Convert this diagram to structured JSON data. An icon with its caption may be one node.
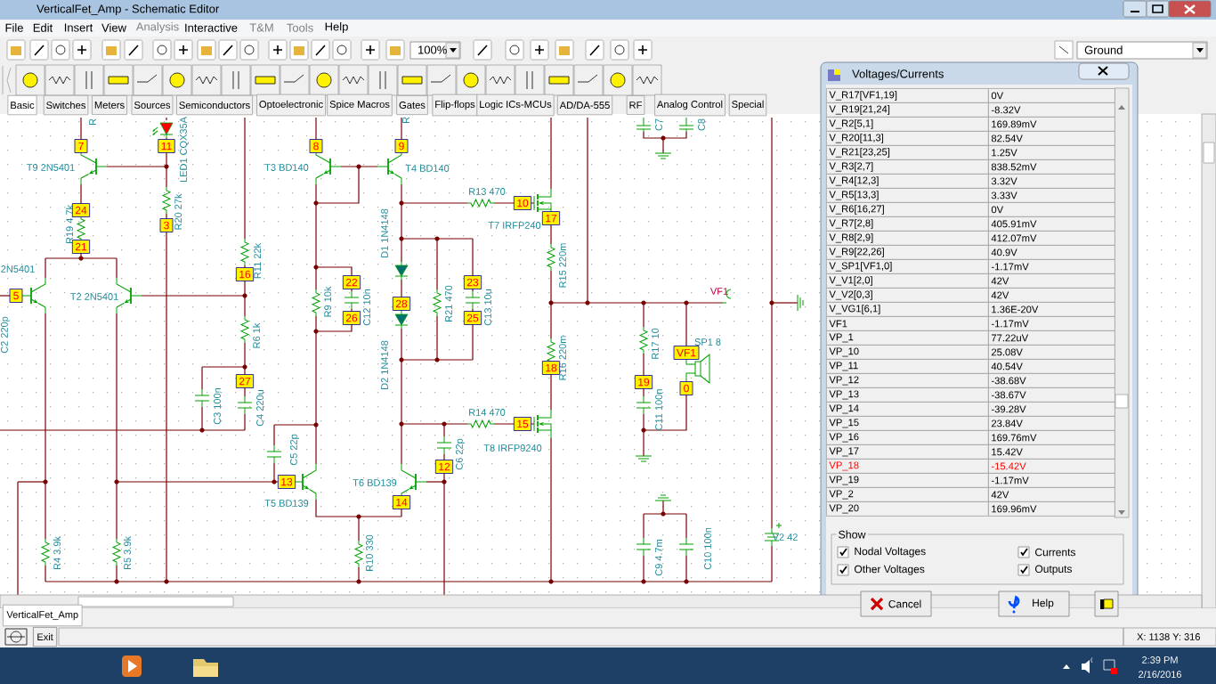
{
  "diagram": {
    "title": "VerticalFet_Amp - Schematic Editor",
    "labels": [
      "File",
      "Edit",
      "Insert",
      "View",
      "Analysis",
      "Interactive",
      "T&M",
      "Tools",
      "Help",
      "100%",
      "Ground",
      "Basic",
      "Switches",
      "Meters",
      "Sources",
      "Semiconductors",
      "Optoelectronic",
      "Spice Macros",
      "Gates",
      "Flip-flops",
      "Logic ICs-MCUs",
      "AD/DA-555",
      "RF",
      "Analog Control",
      "Special",
      "R",
      "LED1 CQX35A",
      "T9 2N5401",
      "R19 4.7k",
      "R20 27k",
      "R11 22k",
      "2N5401",
      "T2 2N5401",
      "C2 220p",
      "R6 1k",
      "C3 100n",
      "C4 220u",
      "T3 BD140",
      "T4 BD140",
      "R",
      "D1 1N4148",
      "R9 10k",
      "C12 10n",
      "R21 470",
      "C13 10u",
      "D2 1N4148",
      "R13 470",
      "T7 IRFP240",
      "R15 220m",
      "VF1",
      "SP1 8",
      "R17 10",
      "R16 220m",
      "C11 100n",
      "R14 470",
      "T8 IRFP9240",
      "C5 22p",
      "C6 22p",
      "T6 BD139",
      "T5 BD139",
      "R4 3.9k",
      "R5 3.9k",
      "R10 330",
      "C7",
      "C8",
      "C9 4.7m",
      "C10 100n",
      "V2 42",
      "7",
      "11",
      "8",
      "9",
      "10",
      "17",
      "24",
      "3",
      "21",
      "16",
      "22",
      "23",
      "5",
      "28",
      "26",
      "25",
      "VF1",
      "18",
      "27",
      "19",
      "0",
      "15",
      "12",
      "13",
      "14",
      "Voltages/Currents",
      "V_R17[VF1,19]",
      "0V",
      "V_R19[21,24]",
      "-8.32V",
      "V_R2[5,1]",
      "169.89mV",
      "V_R20[11,3]",
      "82.54V",
      "V_R21[23,25]",
      "1.25V",
      "V_R3[2,7]",
      "838.52mV",
      "V_R4[12,3]",
      "3.32V",
      "V_R5[13,3]",
      "3.33V",
      "V_R6[16,27]",
      "0V",
      "V_R7[2,8]",
      "405.91mV",
      "V_R8[2,9]",
      "412.07mV",
      "V_R9[22,26]",
      "40.9V",
      "V_SP1[VF1,0]",
      "-1.17mV",
      "V_V1[2,0]",
      "42V",
      "V_V2[0,3]",
      "42V",
      "V_VG1[6,1]",
      "1.36E-20V",
      "VF1",
      "-1.17mV",
      "VP_1",
      "77.22uV",
      "VP_10",
      "25.08V",
      "VP_11",
      "40.54V",
      "VP_12",
      "-38.68V",
      "VP_13",
      "-38.67V",
      "VP_14",
      "-39.28V",
      "VP_15",
      "23.84V",
      "VP_16",
      "169.76mV",
      "VP_17",
      "15.42V",
      "VP_18",
      "-15.42V",
      "VP_19",
      "-1.17mV",
      "VP_2",
      "42V",
      "VP_20",
      "169.96mV",
      "Show",
      "Nodal Voltages",
      "Other Voltages",
      "Currents",
      "Outputs",
      "Cancel",
      "Help",
      "VerticalFet_Amp",
      "Exit",
      "X: 1138 Y: 316",
      "2:39 PM",
      "2/16/2016"
    ]
  }
}
